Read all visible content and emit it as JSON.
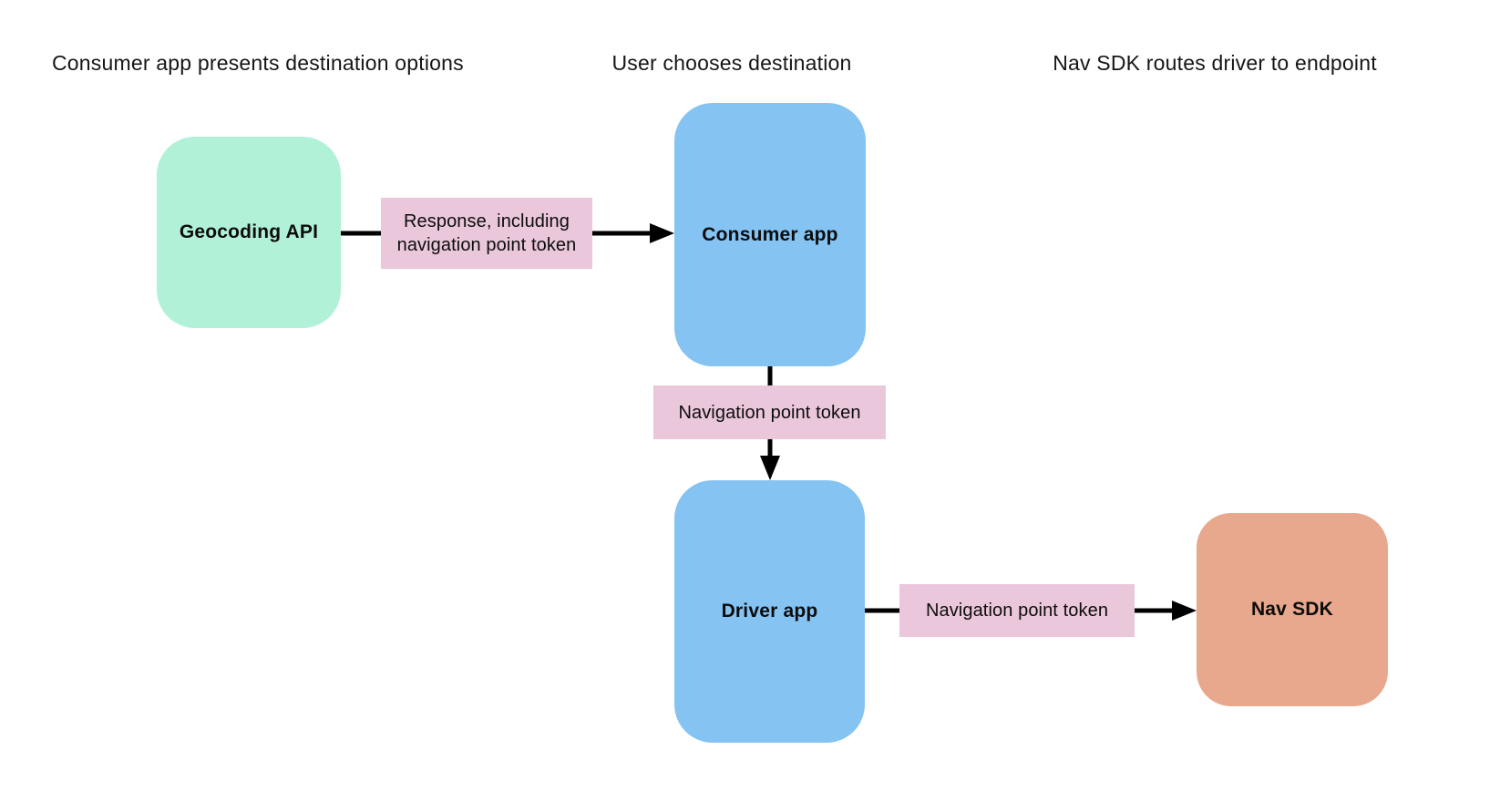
{
  "diagram": {
    "background": "#ffffff",
    "text_color": "#161616",
    "arrow_color": "#000000",
    "stage_headers": [
      "Consumer app presents destination options",
      "User chooses destination",
      "Nav SDK routes driver to endpoint"
    ],
    "nodes": {
      "geocoding_api": {
        "label": "Geocoding API",
        "fill": "#b1f1d8"
      },
      "consumer_app": {
        "label": "Consumer app",
        "fill": "#85c3f2"
      },
      "driver_app": {
        "label": "Driver app",
        "fill": "#85c3f2"
      },
      "nav_sdk": {
        "label": "Nav SDK",
        "fill": "#e8a88d"
      }
    },
    "edge_labels": {
      "geocoding_to_consumer": {
        "label": "Response, including navigation point token",
        "fill": "#ebc7dc"
      },
      "consumer_to_driver": {
        "label": "Navigation point token",
        "fill": "#ebc7dc"
      },
      "driver_to_nav_sdk": {
        "label": "Navigation point token",
        "fill": "#ebc7dc"
      }
    }
  }
}
